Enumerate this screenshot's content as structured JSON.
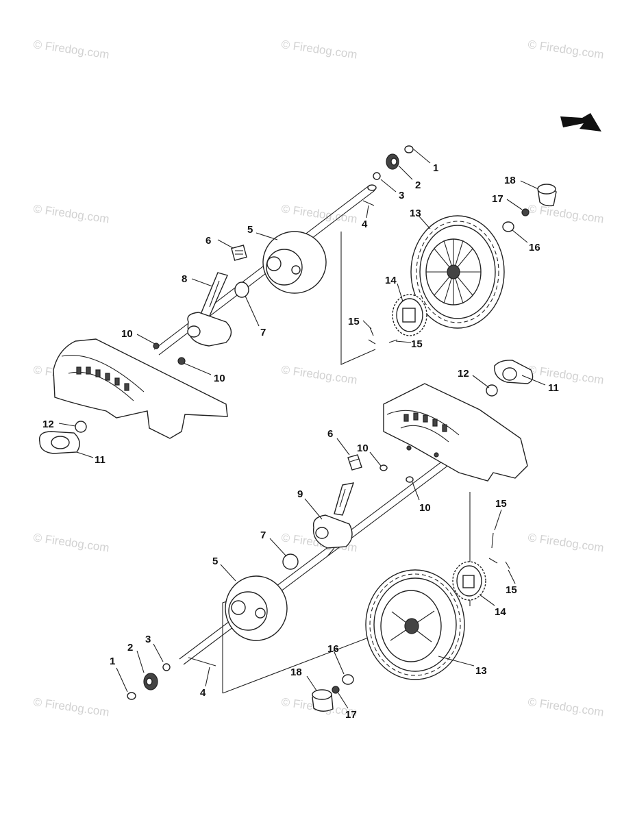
{
  "watermark": "© Firedog.com",
  "callouts": [
    "1",
    "2",
    "3",
    "4",
    "5",
    "6",
    "7",
    "8",
    "9",
    "10",
    "11",
    "12",
    "13",
    "14",
    "15",
    "16",
    "17",
    "18"
  ],
  "colors": {
    "ink": "#222222",
    "watermark": "#d2d2d2"
  },
  "icons": [
    "direction-arrow-icon"
  ]
}
